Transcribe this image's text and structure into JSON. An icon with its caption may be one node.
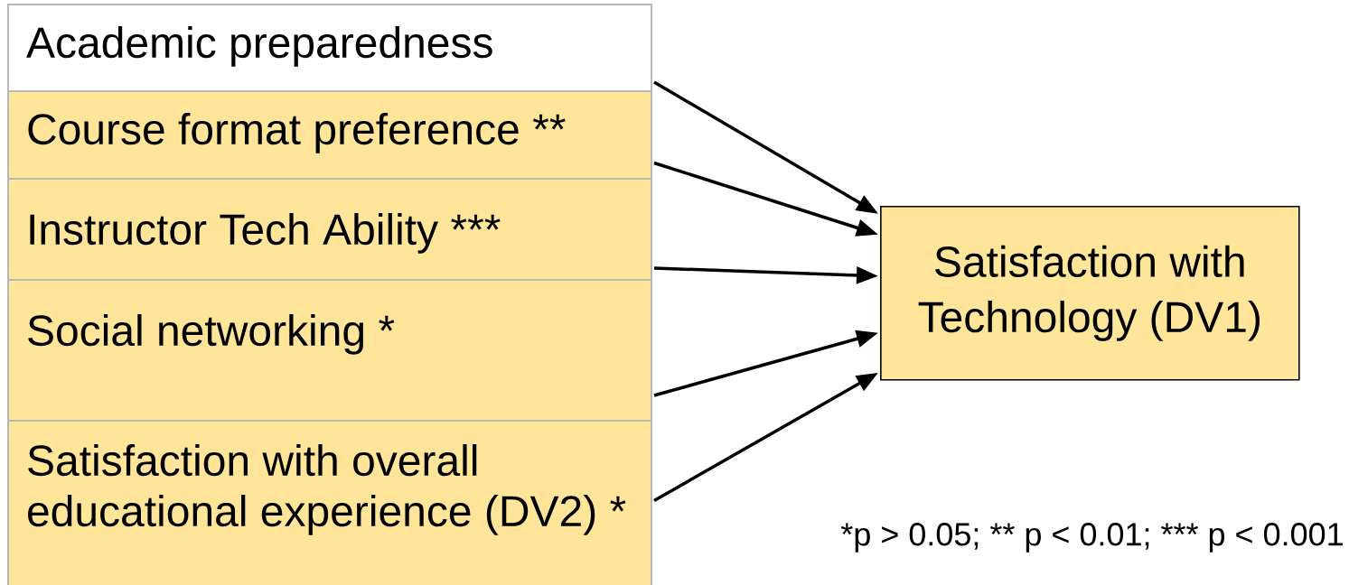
{
  "diagram": {
    "nodes": [
      {
        "text": [
          "Academic preparedness"
        ]
      },
      {
        "text": [
          "Course format preference **"
        ]
      },
      {
        "text": [
          "Instructor Tech Ability ***"
        ]
      },
      {
        "text": [
          "Social networking *"
        ]
      },
      {
        "text": [
          "Satisfaction with overall educational experience (DV2) *"
        ]
      },
      {
        "text": [
          "Satisfaction with Technology (DV1)"
        ]
      }
    ],
    "edges": [
      {
        "from": 0,
        "to": 5,
        "arrow": "to"
      },
      {
        "from": 1,
        "to": 5,
        "arrow": "to"
      },
      {
        "from": 2,
        "to": 5,
        "arrow": "to"
      },
      {
        "from": 3,
        "to": 5,
        "arrow": "to"
      },
      {
        "from": 4,
        "to": 5,
        "arrow": "to"
      }
    ],
    "labels": [
      "*p > 0.05; ** p < 0.01; *** p < 0.001"
    ]
  }
}
